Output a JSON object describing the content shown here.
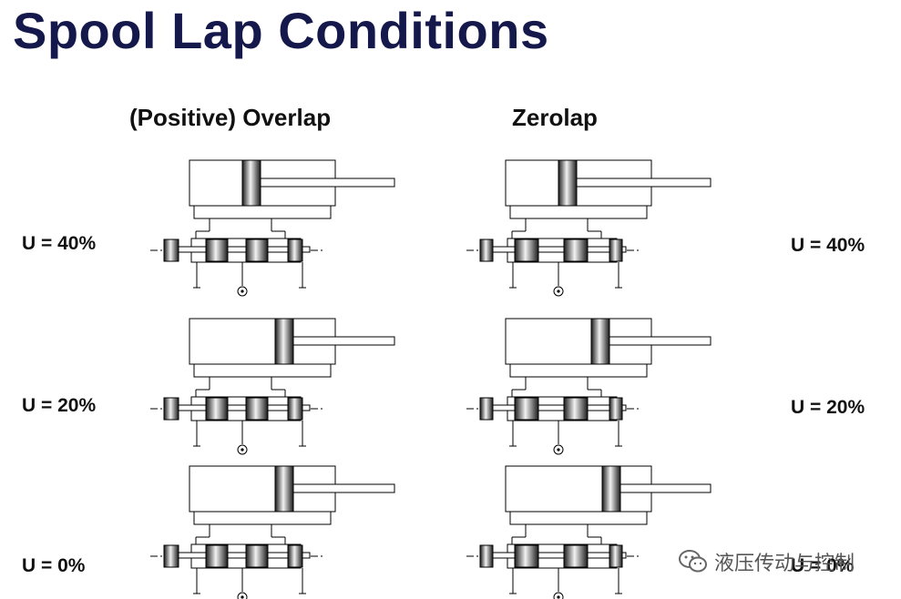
{
  "title": "Spool Lap Conditions",
  "columns": [
    {
      "heading": "(Positive) Overlap"
    },
    {
      "heading": "Zerolap"
    }
  ],
  "rows": [
    {
      "left_label": "U = 40%",
      "right_label": "U = 40%",
      "overlap_piston_position": 0.4,
      "zerolap_piston_position": 0.4
    },
    {
      "left_label": "U = 20%",
      "right_label": "U = 20%",
      "overlap_piston_position": 0.7,
      "zerolap_piston_position": 0.7
    },
    {
      "left_label": "U = 0%",
      "right_label": "U = 0%",
      "overlap_piston_position": 0.7,
      "zerolap_piston_position": 0.8
    }
  ],
  "watermark": {
    "text": "液压传动与控制",
    "icon": "wechat-icon"
  },
  "colors": {
    "title": "#14184a",
    "line": "#000000"
  }
}
